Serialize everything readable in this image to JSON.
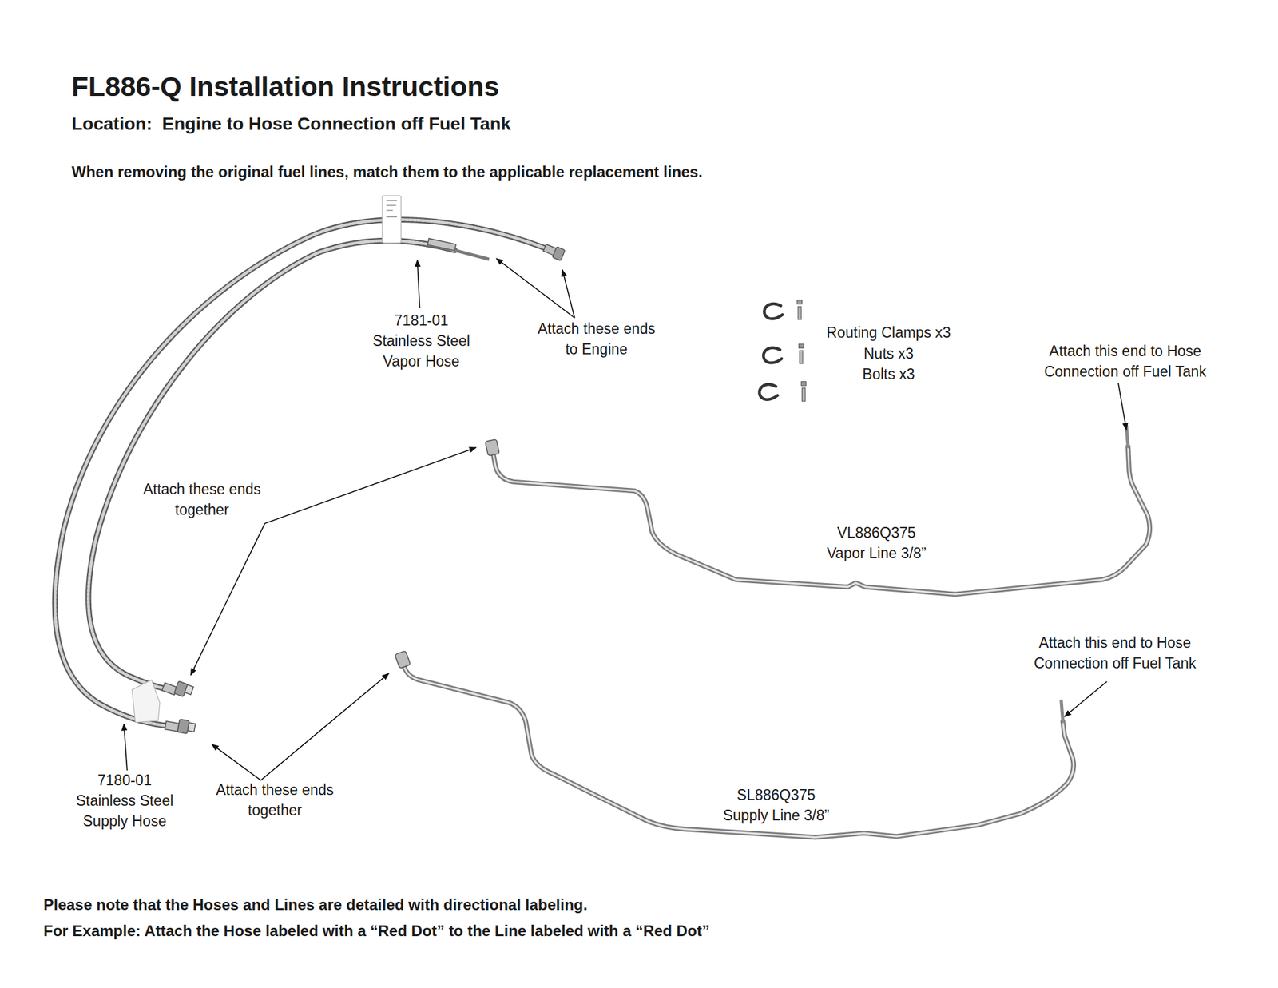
{
  "diagram": {
    "title": "FL886-Q Installation Instructions",
    "labels": [
      "Location:  Engine to Hose Connection off Fuel Tank",
      "When removing the original fuel lines, match them to the applicable replacement lines.",
      "7181-01 Stainless Steel Vapor Hose",
      "Attach these ends to Engine",
      "Routing Clamps x3",
      "Nuts x3",
      "Bolts x3",
      "Attach this end to Hose Connection off Fuel Tank",
      "Attach these ends together",
      "VL886Q375 Vapor Line 3/8”",
      "Attach this end to Hose Connection off Fuel Tank",
      "7180-01 Stainless Steel Supply Hose",
      "Attach these ends together",
      "SL886Q375 Supply Line 3/8”",
      "Please note that the Hoses and Lines are detailed with directional labeling.",
      "For Example: Attach the Hose labeled with a “Red Dot” to the Line labeled with a “Red Dot”"
    ]
  }
}
